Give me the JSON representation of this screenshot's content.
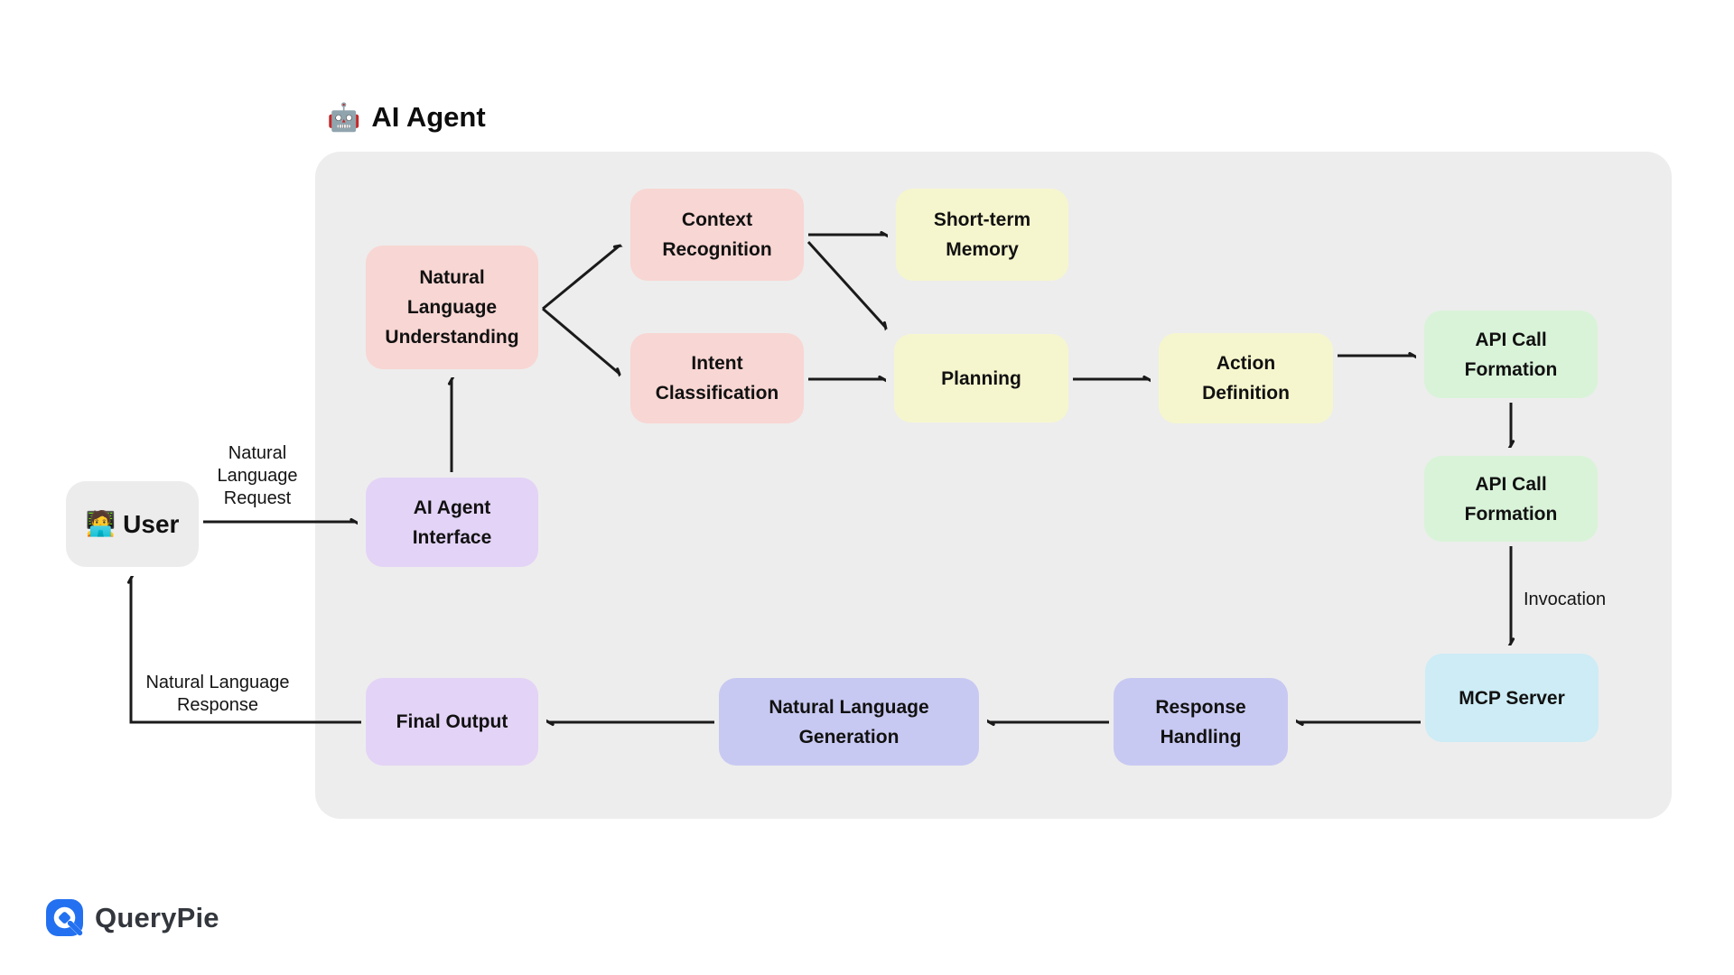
{
  "header": {
    "emoji": "🤖",
    "title": "AI Agent"
  },
  "nodes": {
    "nlu": {
      "label": "Natural Language Understanding",
      "color": "#f8d6d3"
    },
    "context_recognition": {
      "label": "Context Recognition",
      "color": "#f8d6d3"
    },
    "intent_classification": {
      "label": "Intent Classification",
      "color": "#f8d6d3"
    },
    "short_term_memory": {
      "label": "Short-term Memory",
      "color": "#f6f6ce"
    },
    "planning": {
      "label": "Planning",
      "color": "#f6f6ce"
    },
    "action_definition": {
      "label": "Action Definition",
      "color": "#f6f6ce"
    },
    "api_call_formation_1": {
      "label": "API Call Formation",
      "color": "#d9f3d9"
    },
    "api_call_formation_2": {
      "label": "API Call Formation",
      "color": "#d9f3d9"
    },
    "mcp_server": {
      "label": "MCP Server",
      "color": "#cdecf5"
    },
    "response_handling": {
      "label": "Response Handling",
      "color": "#c8c9f2"
    },
    "natural_language_generation": {
      "label": "Natural Language Generation",
      "color": "#c8c9f2"
    },
    "final_output": {
      "label": "Final Output",
      "color": "#e3d3f6"
    },
    "ai_agent_interface": {
      "label": "AI Agent Interface",
      "color": "#e3d3f6"
    },
    "user": {
      "emoji": "🧑‍💻",
      "label": "User",
      "color": "#ececec"
    }
  },
  "edge_labels": {
    "request": "Natural Language Request",
    "response": "Natural Language Response",
    "invocation": "Invocation"
  },
  "colors": {
    "canvas": "#ffffff",
    "agent_container": "#ededed",
    "arrow": "#1a1a1a",
    "text": "#111111"
  },
  "footer": {
    "brand": "QueryPie",
    "brand_blue": "#2371f0",
    "brand_text_color": "#33373d"
  }
}
